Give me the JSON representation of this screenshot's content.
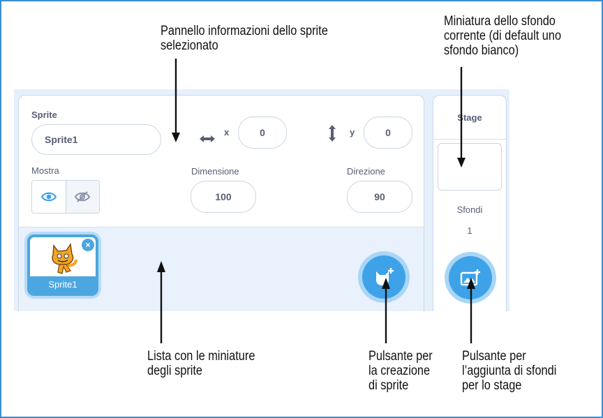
{
  "sprite_info": {
    "sprite_label": "Sprite",
    "sprite_name_value": "Sprite1",
    "x_label": "x",
    "x_value": "0",
    "y_label": "y",
    "y_value": "0",
    "show_label": "Mostra",
    "size_label": "Dimensione",
    "size_value": "100",
    "direction_label": "Direzione",
    "direction_value": "90"
  },
  "sprite_list": {
    "items": [
      {
        "name": "Sprite1",
        "selected": true
      }
    ],
    "delete_glyph": "×"
  },
  "stage": {
    "title": "Stage",
    "backdrops_label": "Sfondi",
    "backdrops_count": "1"
  },
  "icons": {
    "move_x": "horizontal-arrows-icon",
    "move_y": "vertical-arrows-icon",
    "show": "eye-icon",
    "hide": "eye-slash-icon",
    "add_sprite": "add-sprite-cat-icon",
    "add_backdrop": "add-backdrop-image-icon"
  },
  "colors": {
    "accent": "#4ca6e0",
    "fab": "#3ea2e8",
    "frame": "#3a8fd0",
    "text": "#575e75"
  },
  "callouts": {
    "sprite_info_panel": "Pannello informazioni dello sprite\nselezionato",
    "stage_thumbnail": "Miniatura dello sfondo\ncorrente (di default uno\nsfondo bianco)",
    "sprite_list": "Lista con le miniature\ndegli sprite",
    "add_sprite_button": "Pulsante per\nla creazione\ndi sprite",
    "add_backdrop_button": "Pulsante per\nl’aggiunta di sfondi\nper lo stage"
  }
}
